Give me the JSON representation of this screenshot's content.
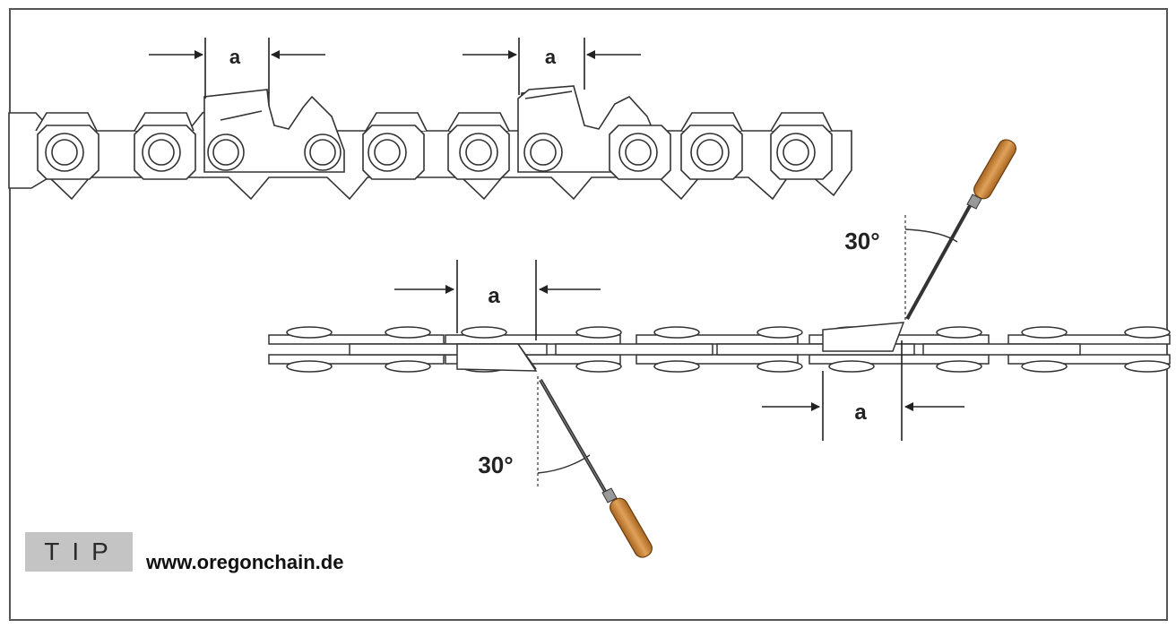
{
  "labels": {
    "gap_top_left": "a",
    "gap_top_right": "a",
    "gap_mid": "a",
    "gap_bottom_right": "a",
    "angle_lower": "30°",
    "angle_upper": "30°"
  },
  "footer": {
    "tip": "TIP",
    "url": "www.oregonchain.de"
  },
  "colors": {
    "line": "#333333",
    "chain_fill": "#ffffff",
    "handle": "#c98a3a",
    "tip_bg": "#c4c4c4"
  }
}
